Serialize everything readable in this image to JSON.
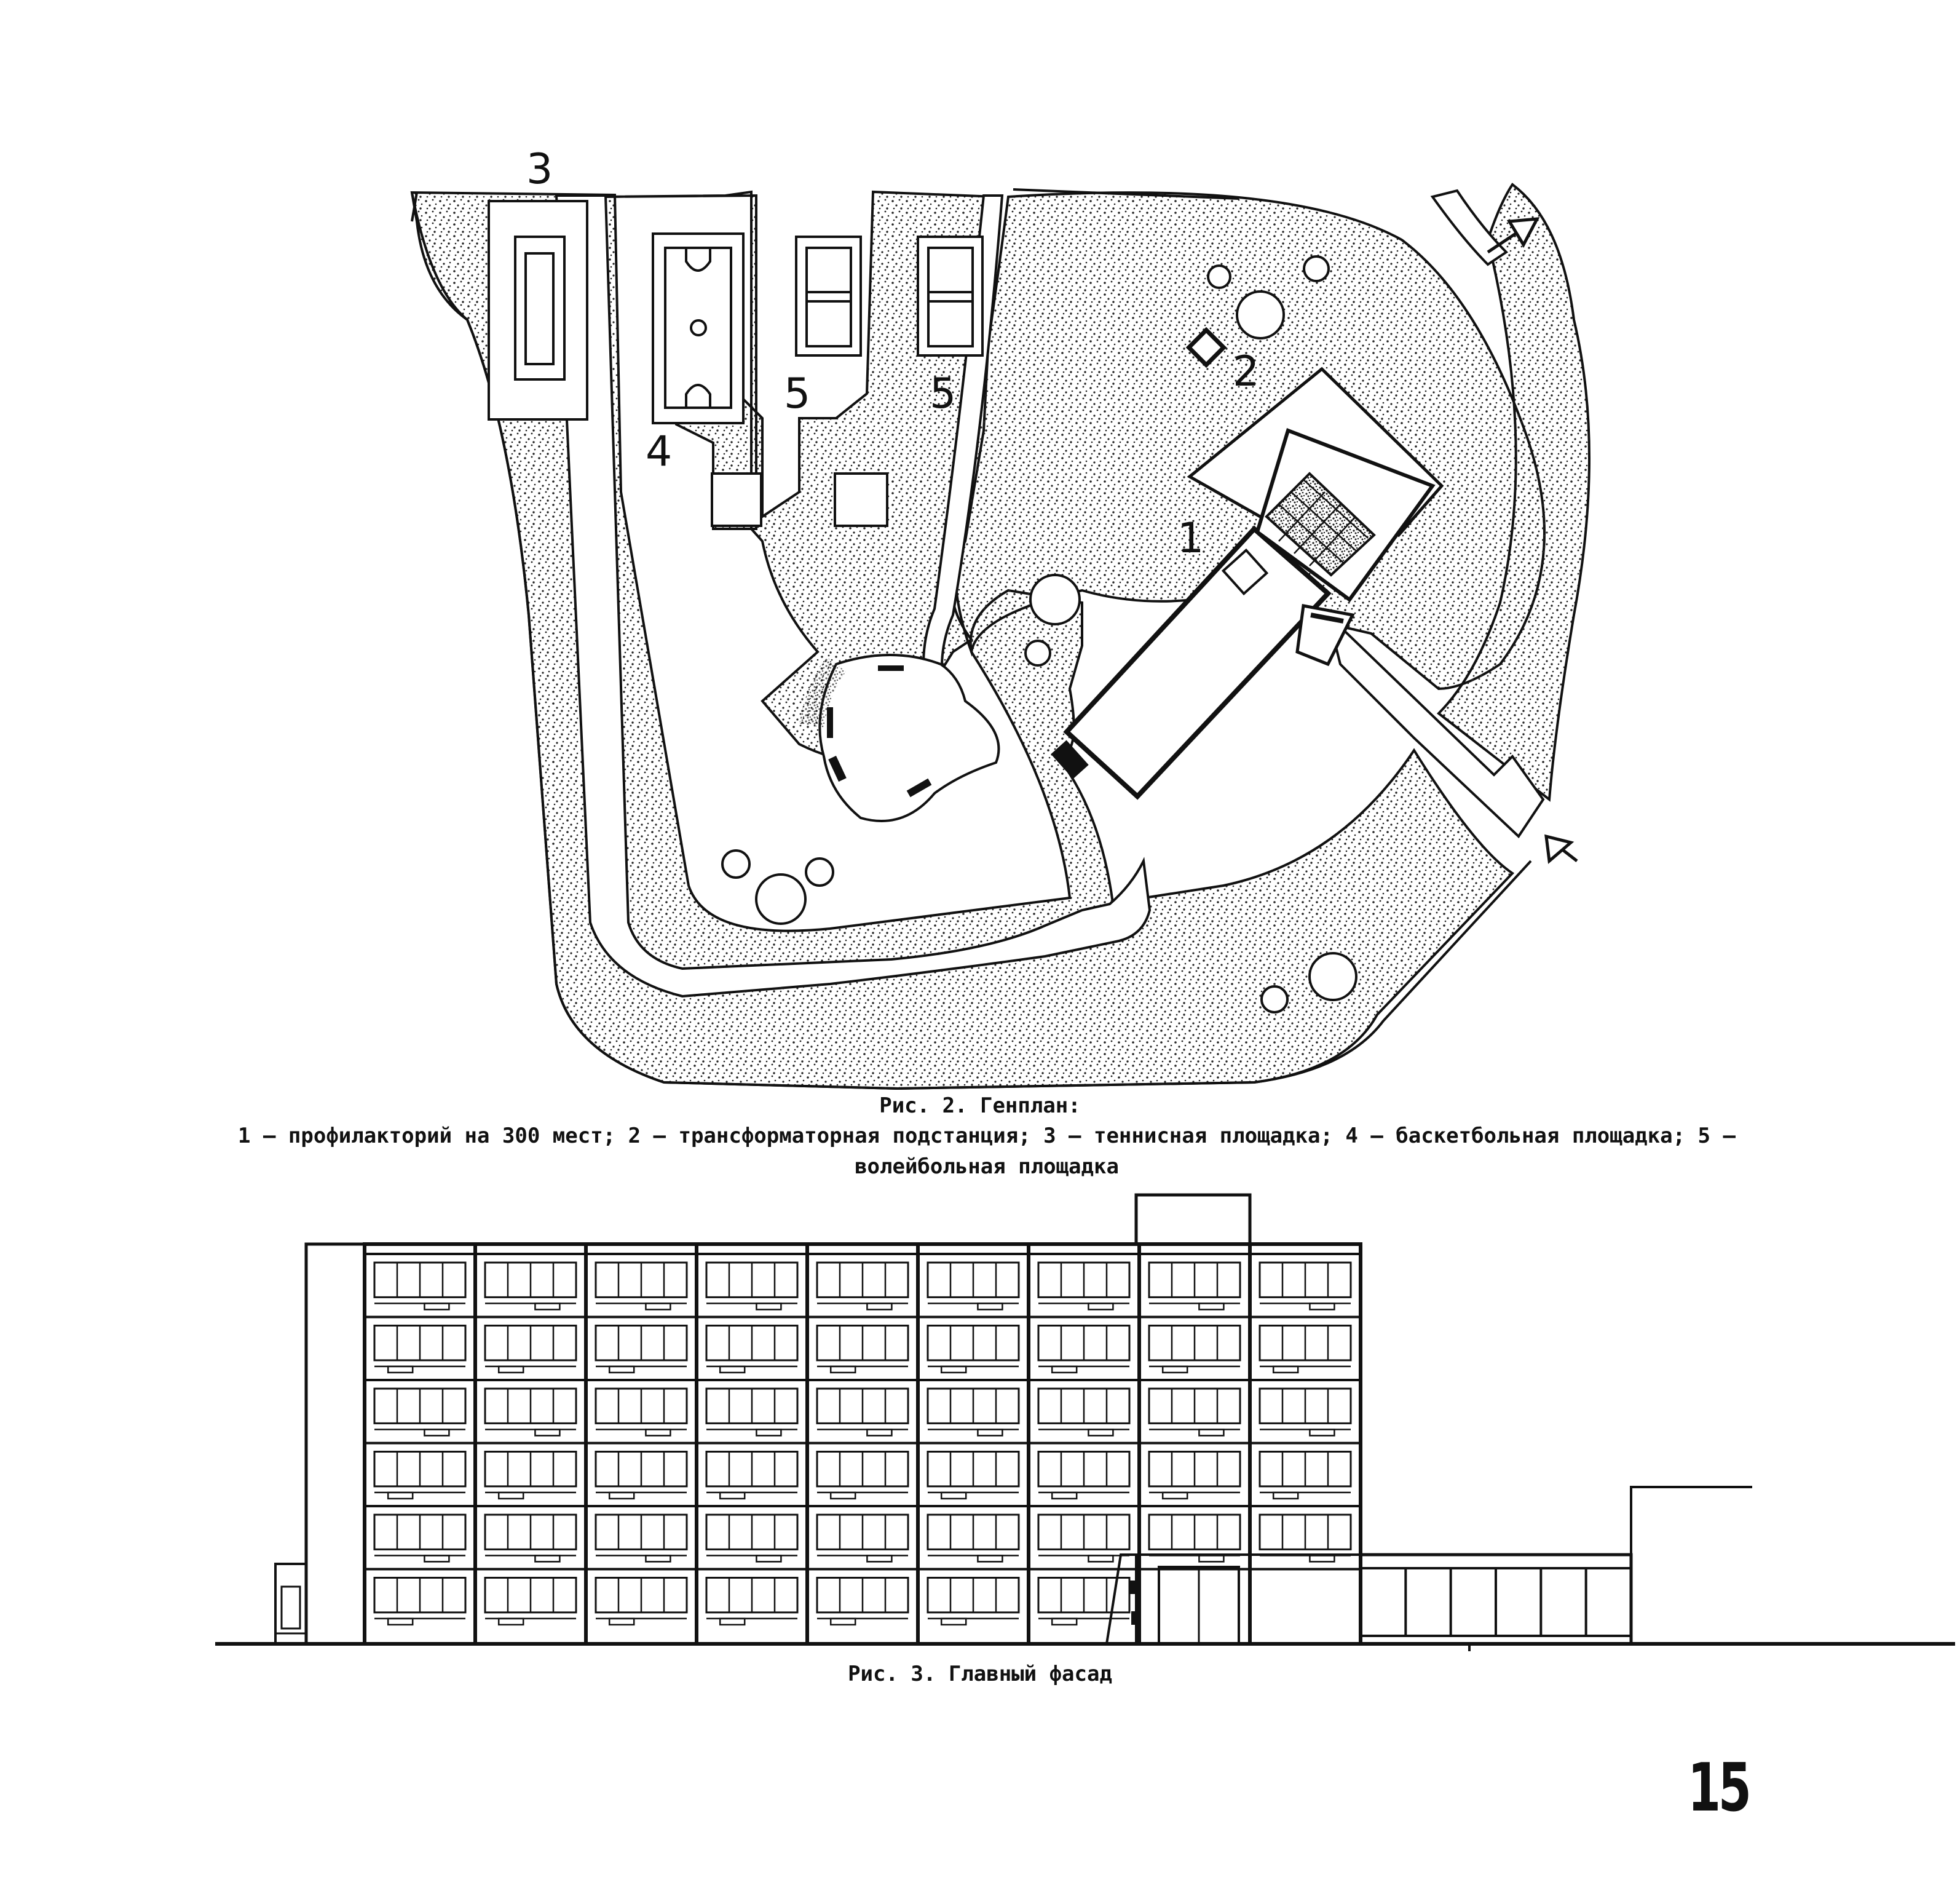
{
  "figure2": {
    "title": "Рис. 2. Генплан:",
    "legend": "1 – профилакторий на 300 мест; 2 – трансформаторная подстанция; 3 – теннисная площадка; 4 – баскетбольная площадка; 5 – волейбольная площадка",
    "labels": {
      "profilaktoriy": "1",
      "substation": "2",
      "tennis": "3",
      "basketball": "4",
      "volleyball_a": "5",
      "volleyball_b": "5"
    }
  },
  "figure3": {
    "caption": "Рис. 3. Главный фасад",
    "floors": 6,
    "bays": 9,
    "annex_panels": 6
  },
  "page_number": "15",
  "colors": {
    "ink": "#111111",
    "paper": "#ffffff",
    "stipple": "#222222"
  }
}
